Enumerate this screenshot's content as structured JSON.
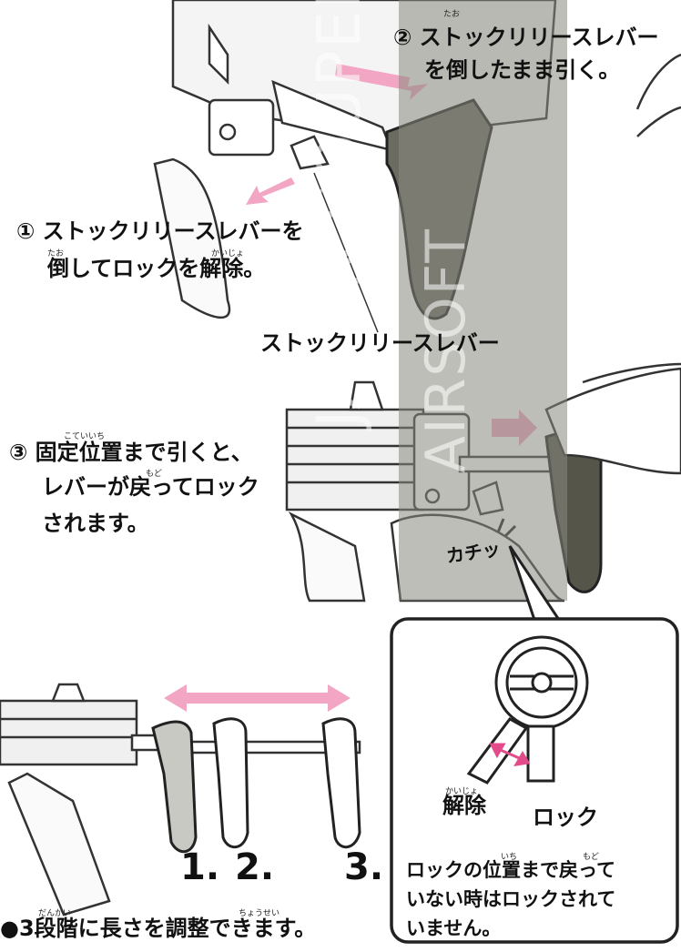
{
  "steps": {
    "step1_line1": "① ストックリリースレバーを",
    "step1_line2": "倒してロックを解除。",
    "step1_ruby_taoshi": "たお",
    "step1_ruby_kaijo": "かいじょ",
    "step2_line1": "② ストックリリースレバー",
    "step2_line2": "を倒したまま引く。",
    "step2_ruby_taoshi": "たお",
    "lever_label": "ストックリリースレバー",
    "step3_line1": "③ 固定位置まで引くと、",
    "step3_line2": "レバーが戻ってロック",
    "step3_line3": "されます。",
    "step3_ruby_koteiichi": "こていいち",
    "step3_ruby_modo": "もど",
    "click_sound": "カチッ"
  },
  "callout": {
    "release_label": "解除",
    "release_ruby": "かいじょ",
    "lock_label": "ロック",
    "note_line1": "ロックの位置まで戻って",
    "note_line2": "いない時はロックされて",
    "note_line3": "いません。",
    "note_ruby_ichi": "いち",
    "note_ruby_modo": "もど"
  },
  "positions": {
    "n1": "1.",
    "n2": "2.",
    "n3": "3."
  },
  "footer": {
    "text": "●3段階に長さを調整できます。",
    "ruby_dankai": "だんかい",
    "ruby_chousei": "ちょうせい"
  },
  "watermark": {
    "line1": "JAPAN SOUPER",
    "line2": "AIRSOFT"
  },
  "colors": {
    "arrow_pink": "#f2a6c4",
    "overlay_gray": "#888880"
  }
}
